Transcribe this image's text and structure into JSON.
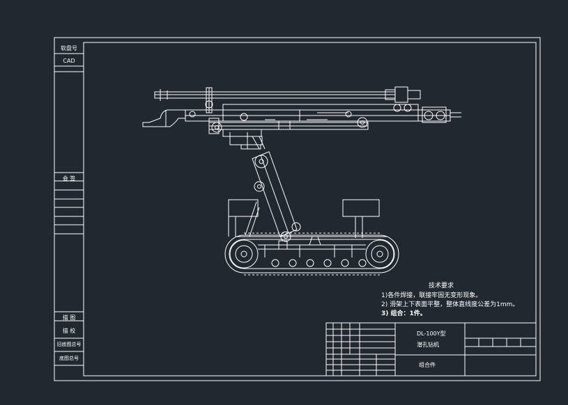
{
  "colors": {
    "background": "#212830",
    "lines": "#ffffff"
  },
  "side_column": {
    "cells": [
      {
        "label": "软盘号"
      },
      {
        "label": "CAD"
      },
      {
        "label": "会 签"
      },
      {
        "label": "描 图"
      },
      {
        "label": "描 校"
      },
      {
        "label": "旧底图总号"
      },
      {
        "label": "底图总号"
      }
    ]
  },
  "technical_requirements": {
    "heading": "技术要求",
    "items": [
      "1)各件焊接，联接牢固无变形现象。",
      "2) 滑架上下表面平整，整体直线度公差为1mm。",
      "3) 组合：1件。"
    ]
  },
  "title_block": {
    "model": "DL-100Y型",
    "product_name": "潜孔钻机",
    "part_name": "组合件"
  }
}
